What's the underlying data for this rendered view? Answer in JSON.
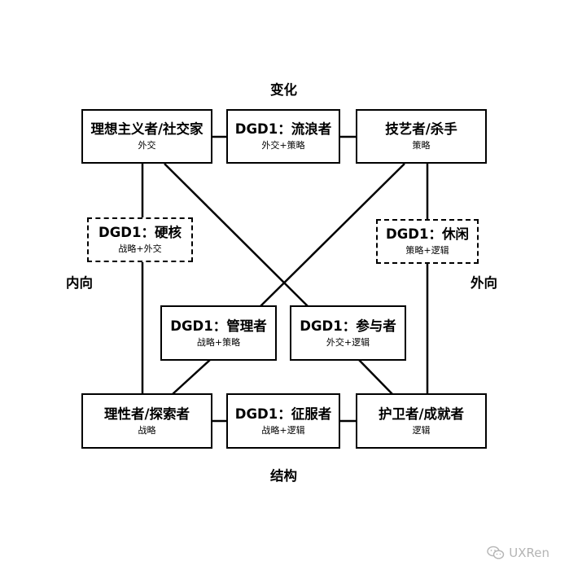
{
  "labels": {
    "top": "变化",
    "bottom": "结构",
    "left": "内向",
    "right": "外向"
  },
  "boxes": {
    "tl": {
      "title": "理想主义者/社交家",
      "sub": "外交"
    },
    "tm": {
      "title": "DGD1：流浪者",
      "sub": "外交+策略"
    },
    "tr": {
      "title": "技艺者/杀手",
      "sub": "策略"
    },
    "ml": {
      "title": "DGD1：硬核",
      "sub": "战略+外交"
    },
    "mr": {
      "title": "DGD1：休闲",
      "sub": "策略+逻辑"
    },
    "cl": {
      "title": "DGD1：管理者",
      "sub": "战略+策略"
    },
    "cr": {
      "title": "DGD1：参与者",
      "sub": "外交+逻辑"
    },
    "bl": {
      "title": "理性者/探索者",
      "sub": "战略"
    },
    "bm": {
      "title": "DGD1：征服者",
      "sub": "战略+逻辑"
    },
    "br": {
      "title": "护卫者/成就者",
      "sub": "逻辑"
    }
  },
  "watermark": {
    "text": "UXRen",
    "icon": "wechat-icon"
  }
}
